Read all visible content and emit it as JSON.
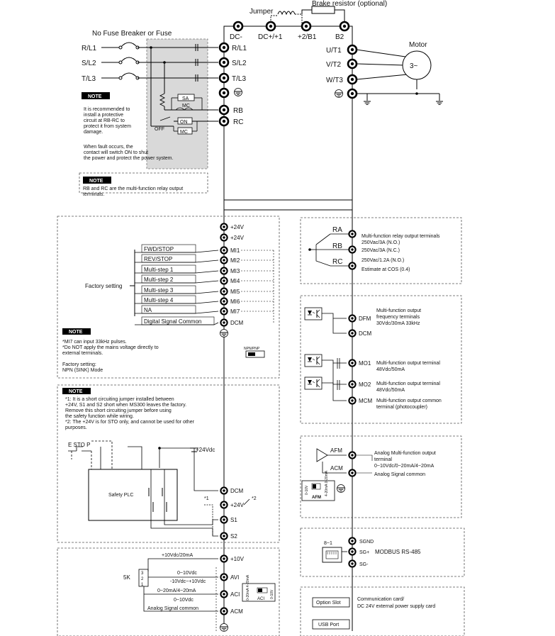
{
  "top": {
    "jumper": "Jumper",
    "brake_resistor": "Brake resistor (optional)",
    "no_fuse_breaker": "No Fuse Breaker or Fuse",
    "motor": "Motor",
    "motor_symbol": "3~"
  },
  "dc_terminals": [
    "DC-",
    "DC+/+1",
    "+2/B1",
    "B2"
  ],
  "input_lines": [
    "R/L1",
    "S/L2",
    "T/L3"
  ],
  "input_terminals": [
    "R/L1",
    "S/L2",
    "T/L3"
  ],
  "output_terminals": [
    "U/T1",
    "V/T2",
    "W/T3"
  ],
  "relay": {
    "rb": "RB",
    "rc": "RC",
    "sa": "SA",
    "mc": "MC",
    "on": "ON",
    "off": "OFF"
  },
  "note_badge": "NOTE",
  "note1": [
    "It is recommended to",
    "install a protective",
    "circuit at RB-RC to",
    "protect it from system",
    "damage.",
    "",
    "When fault occurs, the",
    "contact will switch ON to shut",
    "the power and protect the power system."
  ],
  "note2": [
    "RB and RC are the multi-function relay output",
    "terminals."
  ],
  "di": {
    "plus24_a": "+24V",
    "plus24_b": "+24V",
    "functions": [
      "FWD/STOP",
      "REV/STOP",
      "Multi-step 1",
      "Multi-step 2",
      "Multi-step 3",
      "Multi-step 4",
      "NA",
      "Digital Signal Common"
    ],
    "terminals": [
      "MI1",
      "MI2",
      "MI3",
      "MI4",
      "MI5",
      "MI6",
      "MI7",
      "DCM"
    ],
    "factory_setting": "Factory setting",
    "npn_pnp": "NPN/PNP",
    "note": [
      "*MI7 can input 33kHz pulses.",
      "*Do NOT apply the mains voltage directly to",
      "  external terminals.",
      "",
      "Factory setting:",
      "NPN (SINK) Mode"
    ]
  },
  "sto": {
    "note": [
      "*1: It is a short circuiting jumper installed between",
      "      +24V, S1 and S2 short when MS300 leaves the factory.",
      "      Remove this short circuiting jumper before using",
      "      the safety function while wiring.",
      "*2: The +24V is for STO only, and cannot be used for other",
      "      purposes."
    ],
    "estop": "E STO P",
    "safety_plc": "Safety PLC",
    "supply": "+24Vdc",
    "terminals": [
      "DCM",
      "+24V",
      "S1",
      "S2"
    ],
    "mark1": "*1",
    "mark2": "*2"
  },
  "analog_in": {
    "plus10_label": "+10Vdc/20mA",
    "avi_label_a": "0~10Vdc",
    "avi_label_b": "-10Vdc~+10Vdc",
    "aci_label_a": "0~20mA/4~20mA",
    "aci_label_b": "0~10Vdc",
    "acm_label": "Analog Signal common",
    "pot": "5K",
    "pot_pins": [
      "3",
      "2",
      "1"
    ],
    "terminals": [
      "+10V",
      "AVI",
      "ACI",
      "ACM"
    ],
    "switch_left": "0-20mA 4-20mA",
    "switch_right": "0-10V",
    "switch_name": "ACI"
  },
  "relay_out": {
    "ra": "RA",
    "rb": "RB",
    "rc": "RC",
    "desc": [
      "Multi-function relay output terminals",
      "250Vac/3A (N.O.)",
      "250Vac/3A (N.C.)",
      "250Vac/1.2A (N.O.)",
      "Estimate at COS (0.4)"
    ]
  },
  "digital_out": {
    "dfm": "DFM",
    "dcm": "DCM",
    "mo1": "MO1",
    "mo2": "MO2",
    "mcm": "MCM",
    "dfm_desc": [
      "Multi-function output",
      "frequency terminals",
      "30Vdc/30mA 33kHz"
    ],
    "mo1_desc": [
      "Multi-function output terminal",
      "48Vdc/50mA"
    ],
    "mo2_desc": [
      "Multi-function output terminal",
      "48Vdc/50mA"
    ],
    "mcm_desc": [
      "Multi-function output common",
      "terminal (photocoupler)"
    ]
  },
  "analog_out": {
    "afm": "AFM",
    "acm": "ACM",
    "desc": [
      "Analog Multi-function output",
      "terminal",
      "0~10Vdc/0~20mA/4~20mA",
      "Analog Signal common"
    ],
    "switch_left": "0-10V",
    "switch_right": "4-20mA 0-20mA",
    "switch_name": "AFM"
  },
  "modbus": {
    "port": "8~1",
    "sgnd": "SGND",
    "sgplus": "SG+",
    "sgminus": "SG-",
    "protocol": "MODBUS  RS-485"
  },
  "option": {
    "slot": "Option Slot",
    "usb": "USB Port",
    "desc": [
      "Communication card/",
      "DC 24V external power supply card"
    ]
  }
}
